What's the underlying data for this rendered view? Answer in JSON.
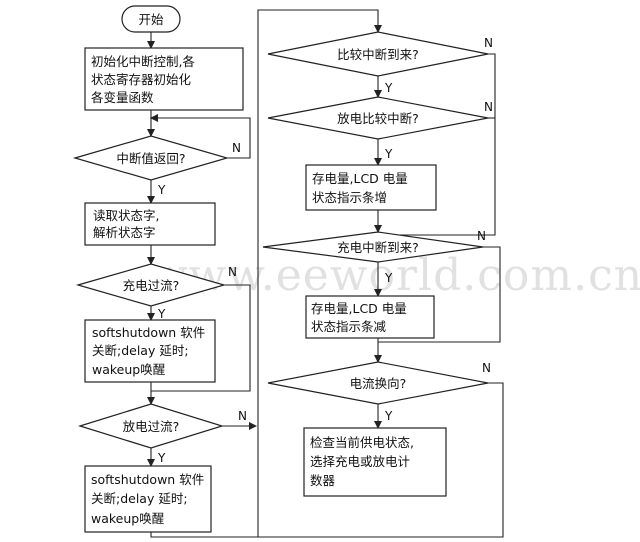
{
  "watermark": "www.eeworld.com.cn",
  "branch_labels": {
    "yes": "Y",
    "no": "N"
  },
  "nodes": {
    "start": "开始",
    "init": [
      "初始化中断控制,各",
      "状态寄存器初始化",
      "各变量函数"
    ],
    "interrupt_return": "中断值返回?",
    "read_status": [
      "读取状态字,",
      "解析状态字"
    ],
    "charge_overcurrent": "充电过流?",
    "shutdown_1": [
      "softshutdown 软件",
      "关断;delay 延时;",
      "wakeup唤醒"
    ],
    "discharge_overcurrent": "放电过流?",
    "shutdown_2": [
      "softshutdown 软件",
      "关断;delay 延时;",
      "wakeup唤醒"
    ],
    "compare_interrupt": "比较中断到来?",
    "discharge_compare": "放电比较中断?",
    "store_increase": [
      "存电量,LCD 电量",
      "状态指示条增"
    ],
    "charge_interrupt": "充电中断到来?",
    "store_decrease": [
      "存电量,LCD 电量",
      "状态指示条减"
    ],
    "current_reverse": "电流换向?",
    "check_supply": [
      "检查当前供电状态,",
      "选择充电或放电计",
      "数器"
    ]
  }
}
